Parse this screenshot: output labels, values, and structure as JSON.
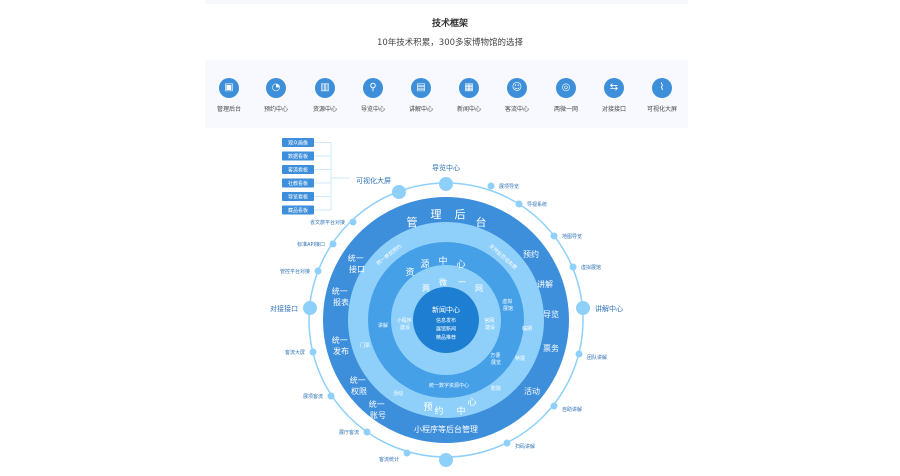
{
  "header": {
    "title": "技术框架",
    "subtitle": "10年技术积累，300多家博物馆的选择"
  },
  "features": [
    {
      "label": "管理后台",
      "icon": "monitor-icon",
      "glyph": "▣"
    },
    {
      "label": "预约中心",
      "icon": "user-clock-icon",
      "glyph": "◔"
    },
    {
      "label": "资源中心",
      "icon": "bar-chart-icon",
      "glyph": "▥"
    },
    {
      "label": "导览中心",
      "icon": "map-pin-icon",
      "glyph": "⚲"
    },
    {
      "label": "讲解中心",
      "icon": "presenter-icon",
      "glyph": "▤"
    },
    {
      "label": "新闻中心",
      "icon": "newspaper-icon",
      "glyph": "▦"
    },
    {
      "label": "客流中心",
      "icon": "people-icon",
      "glyph": "☺"
    },
    {
      "label": "两微一网",
      "icon": "globe-icon",
      "glyph": "◎"
    },
    {
      "label": "对接接口",
      "icon": "share-icon",
      "glyph": "⇆"
    },
    {
      "label": "可视化大屏",
      "icon": "line-chart-icon",
      "glyph": "⌇"
    }
  ],
  "colors": {
    "dark": "#3d8fdb",
    "ring_dark": "#45a0e8",
    "ring_light": "#8fd0fb",
    "center": "#1e7fd2",
    "node": "#8fd0fb",
    "label": "#2f73b6"
  },
  "dashboards": [
    "观众画像",
    "数据看板",
    "客流看板",
    "社教看板",
    "导览看板",
    "藏品看板"
  ],
  "diagram": {
    "outer_nodes": {
      "visual": "可视化大屏",
      "guide": "导览中心",
      "explain": "讲解中心",
      "interface": "对接接口",
      "guide_items": [
        "展项导览",
        "导视系统",
        "地图导览",
        "虚拟展馆"
      ],
      "explain_items": [
        "团队讲解",
        "自助讲解",
        "扫码讲解"
      ],
      "interface_items": [
        "省文旅平台对接",
        "标准API接口",
        "管控平台对接"
      ],
      "flow_items": [
        "客流大屏",
        "展项客流",
        "展厅客流",
        "客流统计"
      ]
    },
    "ring1": {
      "top": [
        "管",
        "理",
        "后",
        "台"
      ],
      "bottom": "小程序等后台管理",
      "left": [
        "统一\n接口",
        "统一\n报表",
        "统一\n发布",
        "统一\n权限",
        "统一\n账号"
      ],
      "right": [
        "预约",
        "讲解",
        "导览",
        "票务",
        "活动"
      ]
    },
    "ring2": {
      "arc_left": "统一参观预约",
      "arc_right": "支持会员或免费",
      "items": [
        "门票",
        "讲解",
        "活动",
        "影院",
        "特展",
        "临期"
      ],
      "bottom": [
        "预",
        "约",
        "中",
        "心"
      ]
    },
    "ring3": {
      "top": [
        "资",
        "源",
        "中",
        "心"
      ],
      "items": [
        "讲解",
        "虚拟\n展馆",
        "方便\n展览"
      ],
      "bottom": "统一数字资源中心"
    },
    "ring4": {
      "top": [
        "两",
        "微",
        "一",
        "网"
      ],
      "left": "小程序\n建设",
      "right": "官网\n建设"
    },
    "center": {
      "title": "新闻中心",
      "lines": [
        "信息发布",
        "展馆新闻",
        "精品推荐"
      ]
    }
  }
}
